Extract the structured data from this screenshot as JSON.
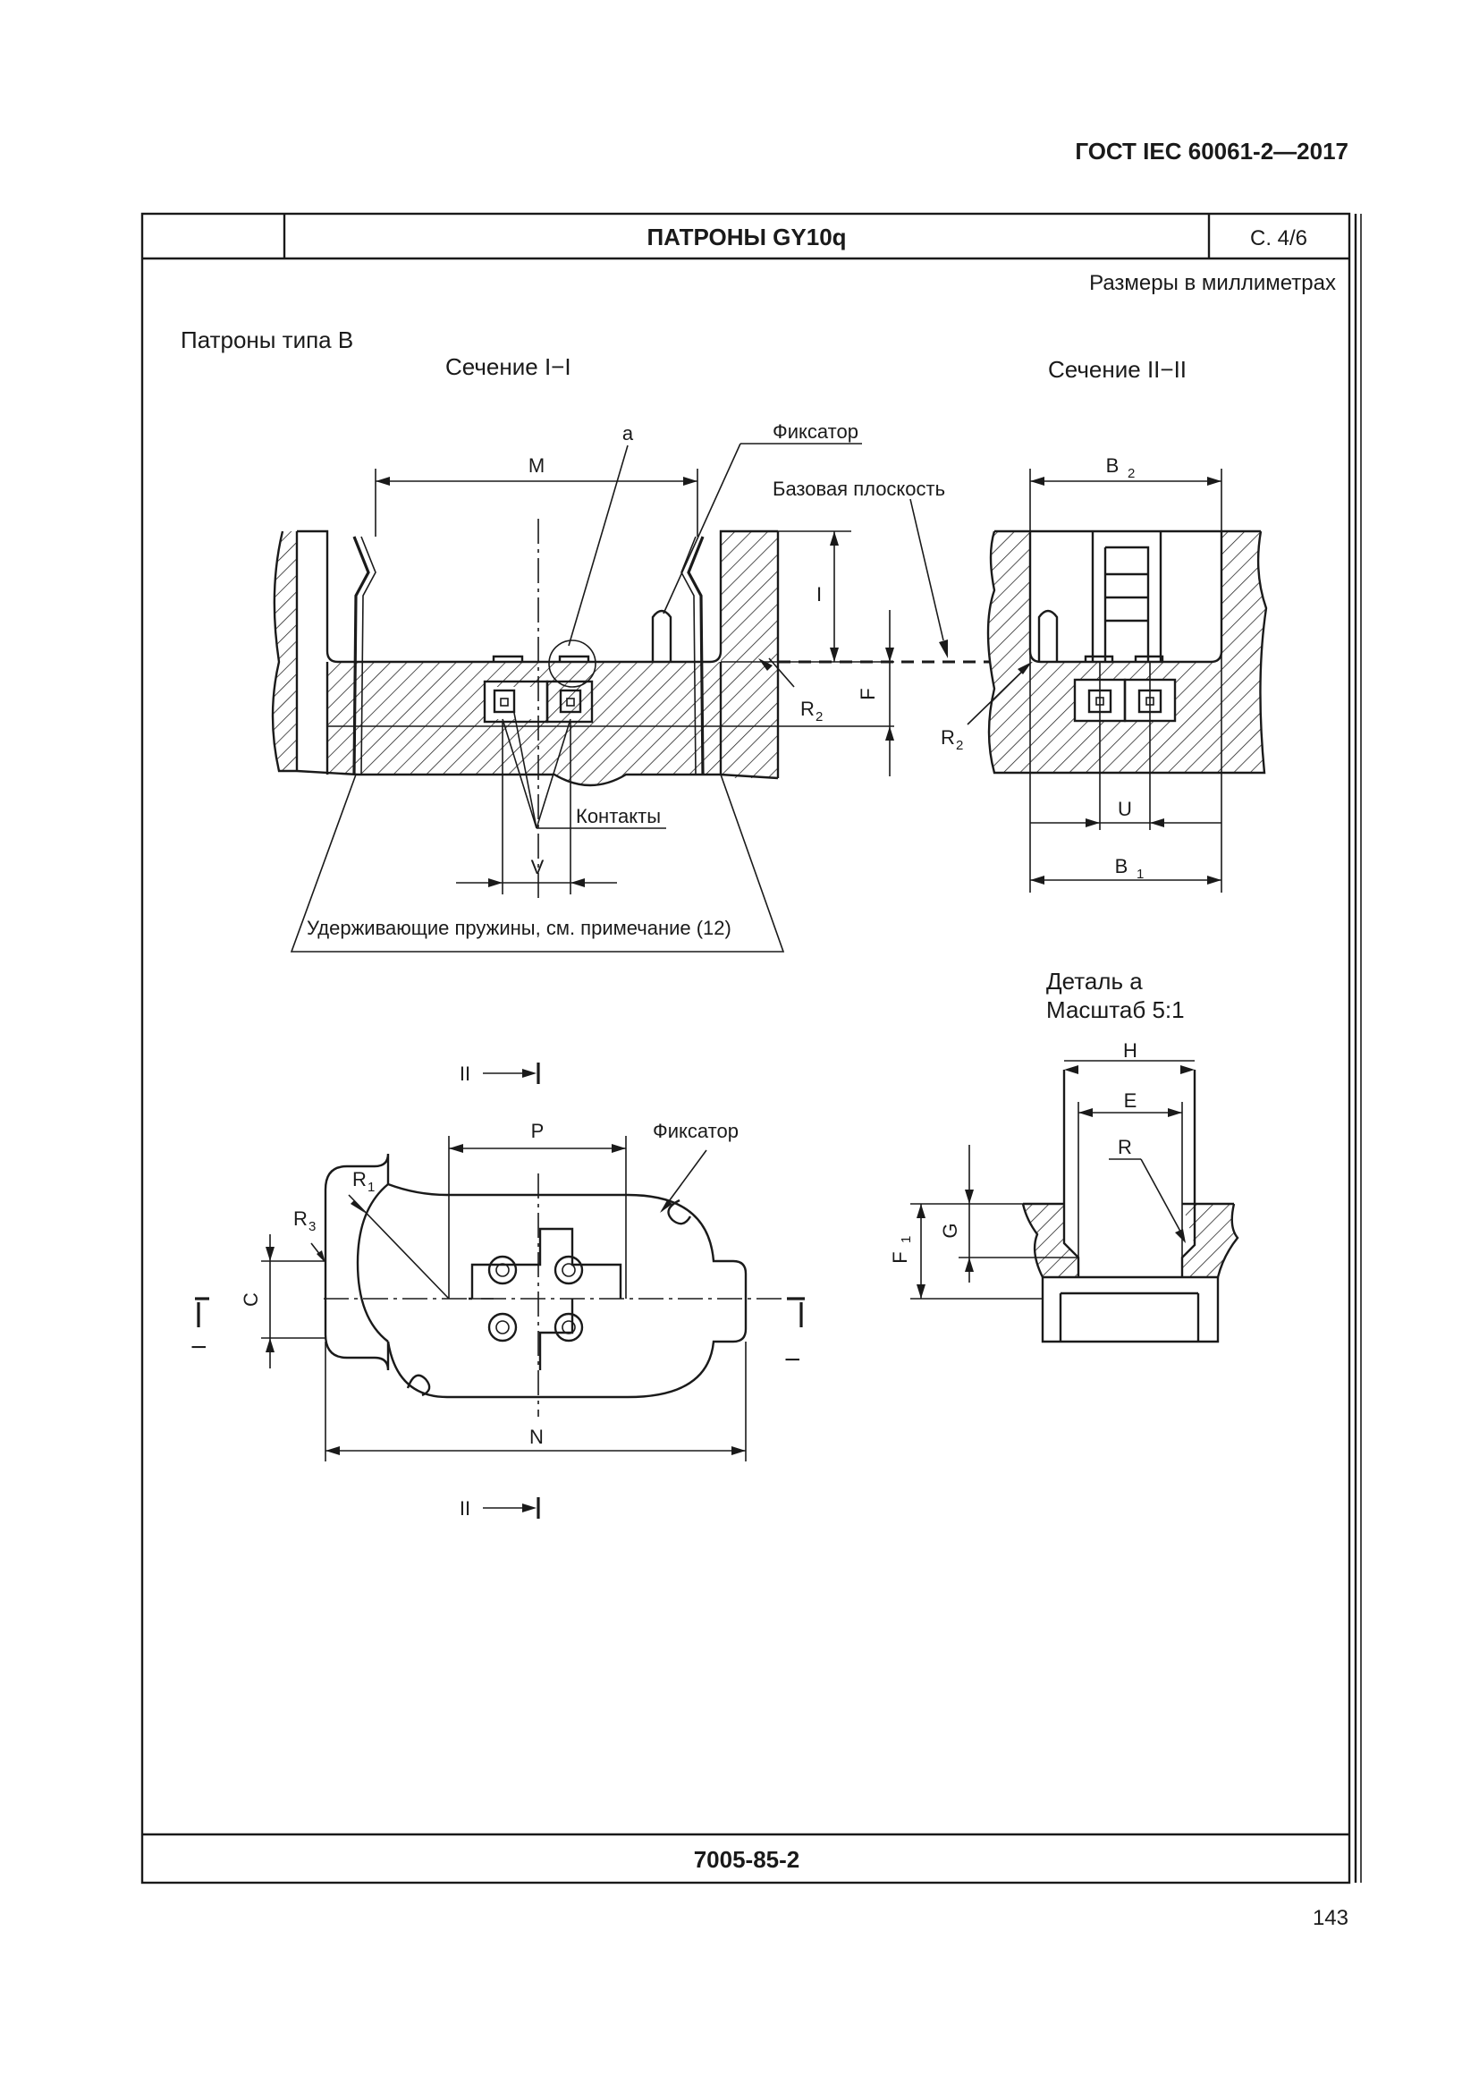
{
  "header": {
    "standard": "ГОСТ IEC 60061-2—2017"
  },
  "sheet": {
    "title": "ПАТРОНЫ GY10q",
    "sheet_no": "С. 4/6",
    "units_note": "Размеры в миллиметрах",
    "code": "7005-85-2"
  },
  "page_number": "143",
  "labels": {
    "type_b": "Патроны типа B",
    "section_1": "Сечение I−I",
    "section_2": "Сечение II−II",
    "detail_a": "Деталь a",
    "scale": "Масштаб 5:1",
    "lock": "Фиксатор",
    "base_plane": "Базовая плоскость",
    "contacts": "Контакты",
    "springs": "Удерживающие пружины, см. примечание (12)",
    "lock_2": "Фиксатор",
    "detail_mark": "a"
  },
  "dims": {
    "M": "M",
    "I": "I",
    "F": "F",
    "V": "V",
    "P": "P",
    "N": "N",
    "C": "C",
    "U": "U",
    "E": "E",
    "H": "H",
    "G": "G",
    "R": "R",
    "R_base": "R",
    "B_base": "B",
    "F_base": "F",
    "sub_1": "1",
    "sub_2": "2",
    "sub_3": "3"
  },
  "section_marks": {
    "one": "I",
    "two": "II"
  }
}
